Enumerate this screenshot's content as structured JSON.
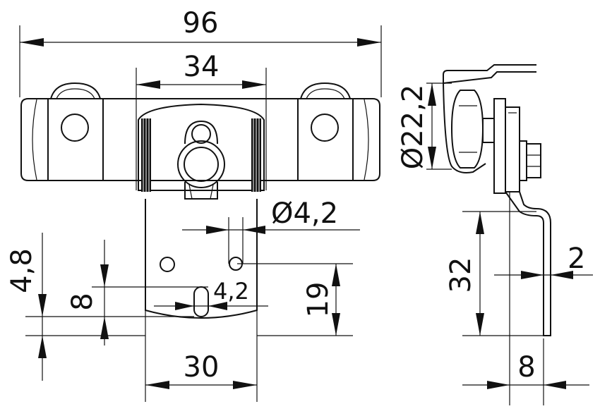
{
  "drawing": {
    "dimensions": {
      "overall_width": "96",
      "top_width": "34",
      "plate_width": "30",
      "slot_width": "4,2",
      "slot_length": "8",
      "edge_offset": "4,8",
      "hole_diameter": "Ø4,2",
      "hole_height": "19",
      "roller_diameter": "Ø22,2",
      "bracket_height": "32",
      "thickness": "2",
      "side_offset": "8"
    }
  }
}
